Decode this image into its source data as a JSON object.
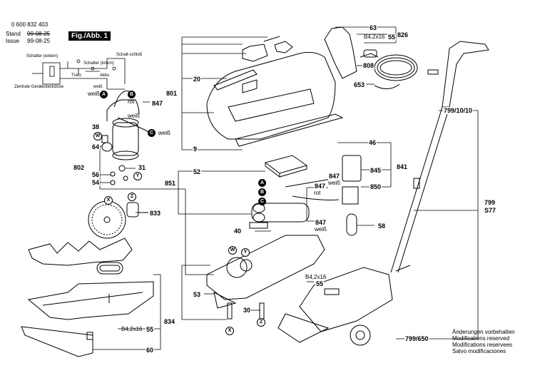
{
  "header": {
    "part_number": "0 600 832 403",
    "stand_label": "Stand",
    "stand_value": "99-08-25",
    "issue_label": "Issue",
    "issue_value": "99-08-25",
    "figure_label": "Fig./Abb. 1"
  },
  "schematic": {
    "schalter_extern": "Schalter (extern)",
    "schalter_intern": "Schalter (intern)",
    "schaltschloss": "Schalt-schloß",
    "trafo": "Trafo",
    "akku": "Akku",
    "zentrale": "Zentrale Gerätesteckdose",
    "weiss": "weiß"
  },
  "wire_labels": {
    "weiss_a": "weiß",
    "rot_b": "rot",
    "weiss_b": "weiß",
    "weiss_c": "weiß",
    "rot_847": "rot",
    "weiss_847": "weiß",
    "weiss_847b": "weiß"
  },
  "markers": {
    "A": "A",
    "B": "B",
    "C": "C",
    "W": "W",
    "Y": "Y",
    "X": "X",
    "Z": "Z"
  },
  "parts": {
    "p826": "826",
    "p63": "63",
    "p55a": "55",
    "p55a_prefix": "B4,2x16",
    "p808": "808",
    "p653": "653",
    "p801": "801",
    "p20": "20",
    "p9": "9",
    "p847a": "847",
    "p38": "38",
    "p64": "64",
    "p802": "802",
    "p31": "31",
    "p56": "56",
    "p54": "54",
    "p52": "52",
    "p851": "851",
    "p46": "46",
    "p841": "841",
    "p845": "845",
    "p847b": "847",
    "p847c": "847",
    "p850": "850",
    "p58": "58",
    "p833": "833",
    "p40": "40",
    "p847d": "847",
    "p799_10_10": "799/10/10",
    "p799": "799",
    "pS77": "S77",
    "p55b": "55",
    "p55b_prefix": "B4,2x16",
    "p53": "53",
    "p30": "30",
    "p834": "834",
    "p55c": "55",
    "p55c_prefix": "B4,2x16",
    "p60": "60",
    "p799_650": "799/650"
  },
  "notes": [
    "Änderungen vorbehalten",
    "Modifications reserved",
    "Modifications reservees",
    "Salvo modificaciones"
  ]
}
